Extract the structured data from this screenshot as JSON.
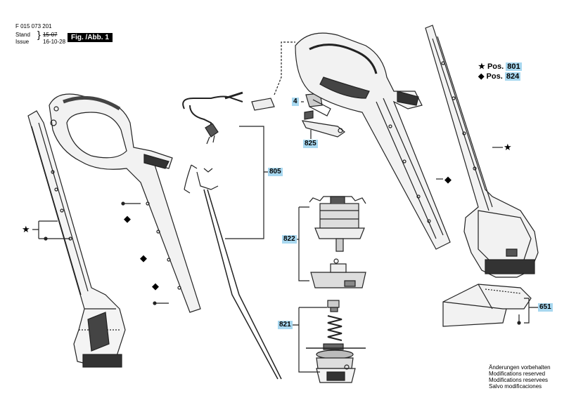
{
  "header": {
    "part_number": "F 015 073 201",
    "stand_label": "Stand",
    "issue_label": "Issue",
    "old_date": "15-07",
    "new_date": "16-10-28",
    "figure_label": "Fig. /Abb. 1"
  },
  "callouts": {
    "c4": "4",
    "c825": "825",
    "c805": "805",
    "c822": "822",
    "c821": "821",
    "c651": "651"
  },
  "legend": {
    "star_label": "Pos.",
    "star_value": "801",
    "diamond_label": "Pos.",
    "diamond_value": "824"
  },
  "notes": [
    "Änderungen vorbehalten",
    "Modifications reserved",
    "Modifications reservees",
    "Salvo modificaciones"
  ],
  "symbols": {
    "star": "★",
    "diamond": "◆"
  }
}
